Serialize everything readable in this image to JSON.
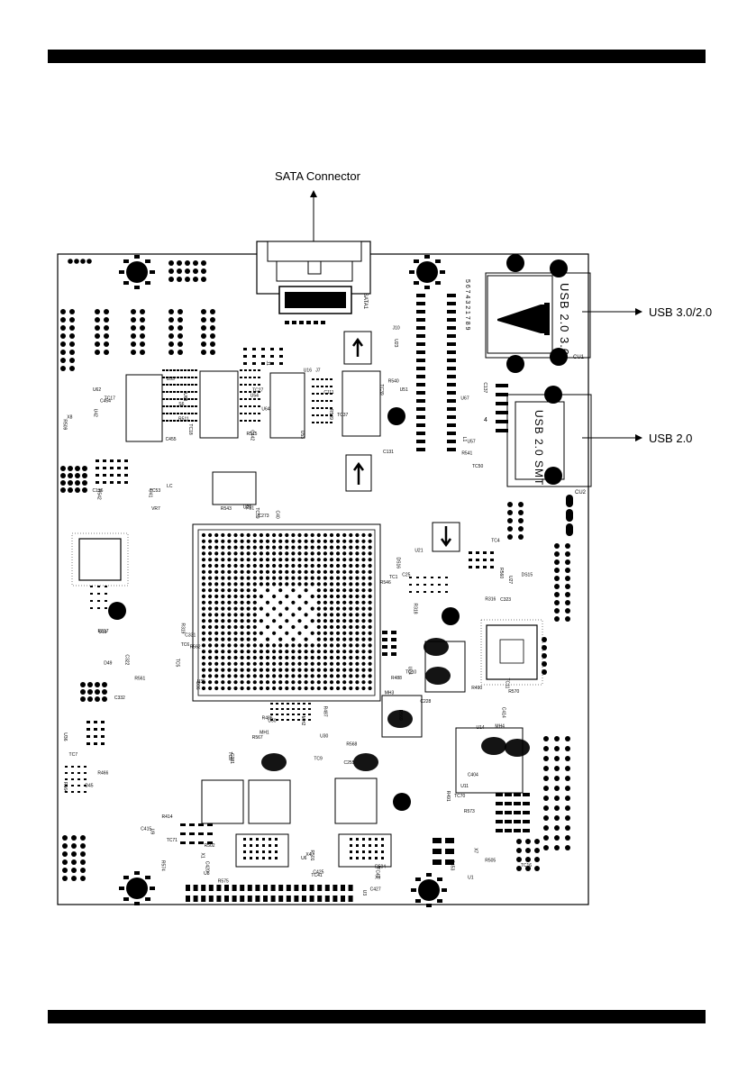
{
  "callouts": {
    "sata": "SATA Connector",
    "usb3": "USB 3.0/2.0",
    "usb2": "USB 2.0"
  },
  "connectors": {
    "usb3_print": "USB 2.0 3.0",
    "usb2_print": "USB 2.0 SMT",
    "cu1": "CU1",
    "cu2": "CU2",
    "sata1": "SATA1",
    "pin_numbers": "5 6 7 4 3 2 1 7 8 9",
    "usb2_pin": "4"
  },
  "refdes": [
    "U42",
    "U55",
    "U54",
    "U53",
    "U51",
    "U57",
    "U41",
    "U29",
    "U21",
    "U27",
    "U19",
    "U35",
    "U36",
    "U50",
    "U30",
    "U24",
    "U14",
    "U11",
    "U9",
    "U8",
    "U6",
    "U3",
    "U1",
    "U62",
    "U63",
    "U64",
    "U16",
    "U23",
    "U67",
    "VR7",
    "C40",
    "C25",
    "C323",
    "C322",
    "C331",
    "C332",
    "C281",
    "C255",
    "C228",
    "C414",
    "C404",
    "C415",
    "C420",
    "C425",
    "C427",
    "C453",
    "C454",
    "C455",
    "C442",
    "C111",
    "C131",
    "C137",
    "C136",
    "C273",
    "R318",
    "R316",
    "R317",
    "R319",
    "R466",
    "R486",
    "R487",
    "R488",
    "R490",
    "R491",
    "R414",
    "R502",
    "R501",
    "R504",
    "R505",
    "R509",
    "R511",
    "R515",
    "R549",
    "R540",
    "R541",
    "R542",
    "R543",
    "R546",
    "R560",
    "R561",
    "R562",
    "R564",
    "R567",
    "R568",
    "R569",
    "R570",
    "R573",
    "R574",
    "R575",
    "TC41",
    "TC47",
    "TC16",
    "TC17",
    "TC18",
    "TC27",
    "TC37",
    "TC39",
    "TC50",
    "TC53",
    "TC59",
    "TC1",
    "TC4",
    "TC5",
    "TC6",
    "TC7",
    "TC8",
    "TC9",
    "TC10",
    "TC11",
    "TC70",
    "TC71",
    "X1",
    "X4",
    "X6",
    "X7",
    "X8",
    "S6",
    "J1",
    "J7",
    "J10",
    "L1",
    "LC",
    "FS1",
    "DS16",
    "DS15",
    "D49",
    "D36",
    "D45",
    "MH1",
    "MH2",
    "MH3",
    "MH4"
  ],
  "colors": {
    "ink": "#000000",
    "paper": "#ffffff"
  }
}
